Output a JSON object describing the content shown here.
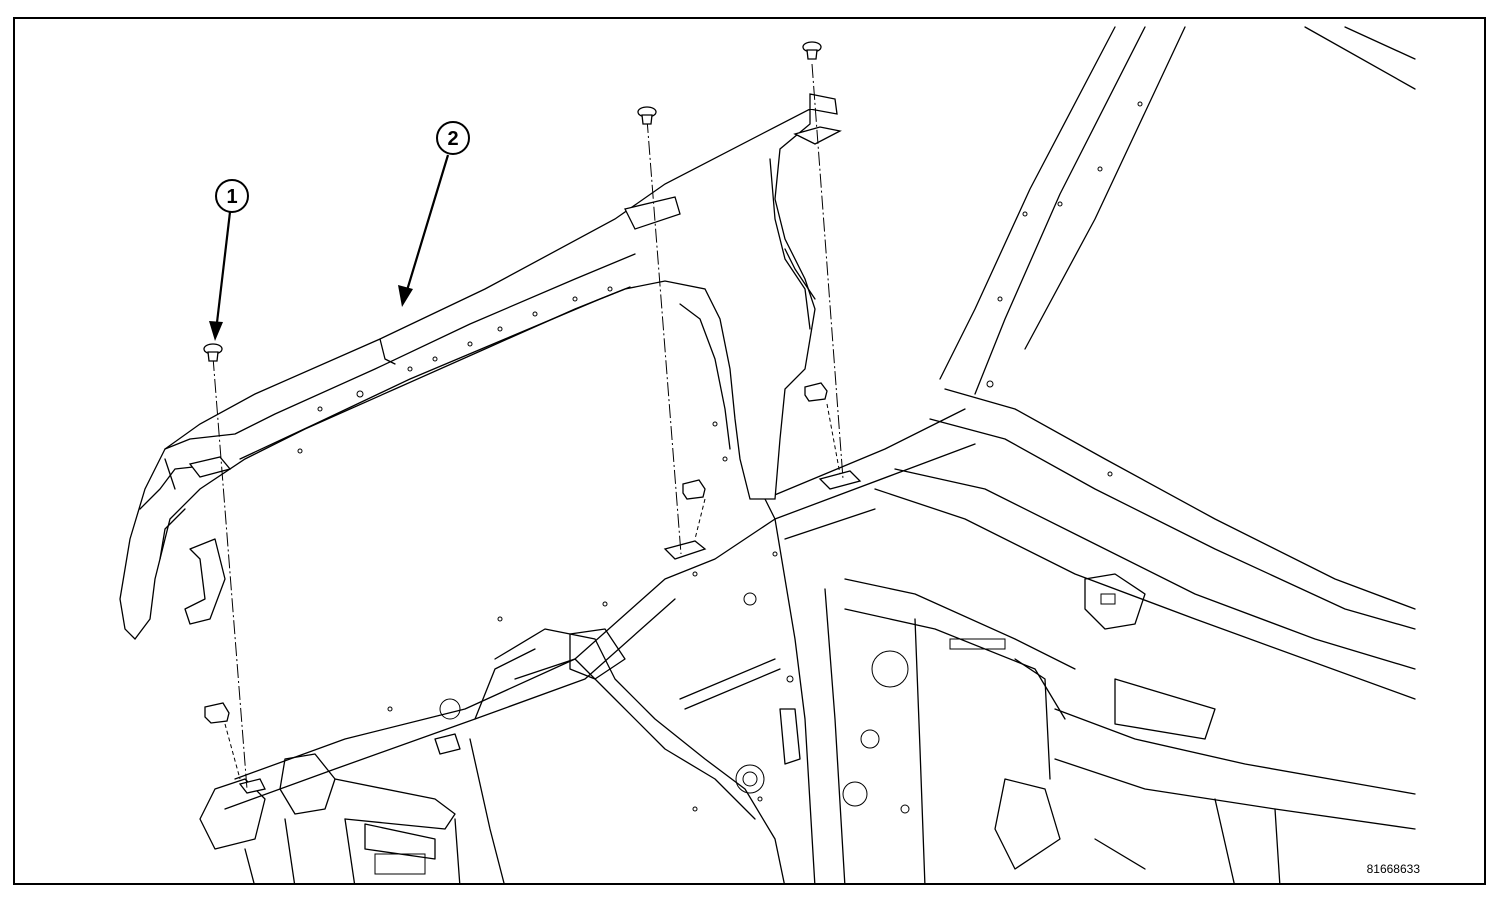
{
  "callouts": [
    {
      "label": "1",
      "part": "fastener"
    },
    {
      "label": "2",
      "part": "fender support"
    }
  ],
  "reference_number": "81668633",
  "colors": {
    "line": "#000000",
    "background": "#ffffff"
  }
}
